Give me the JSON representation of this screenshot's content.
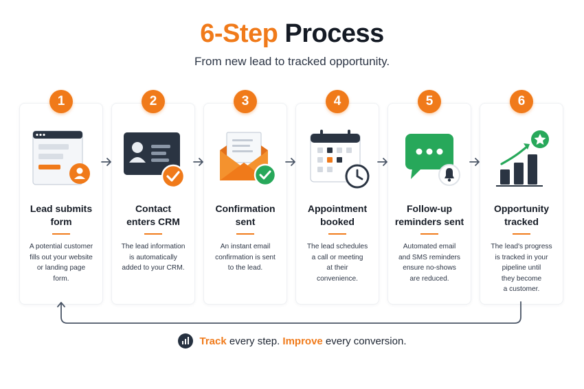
{
  "header": {
    "title_accent": "6-Step",
    "title_rest": "Process",
    "subtitle": "From new lead to tracked opportunity."
  },
  "colors": {
    "accent": "#f07a1a",
    "dark": "#263140",
    "green": "#27a85a"
  },
  "steps": [
    {
      "number": "1",
      "title_line1": "Lead submits",
      "title_line2": "form",
      "desc": [
        "A potential customer",
        "fills out your website",
        "or landing page",
        "form."
      ],
      "icon": "web-form-icon"
    },
    {
      "number": "2",
      "title_line1": "Contact",
      "title_line2": "enters CRM",
      "desc": [
        "The lead information",
        "is automatically",
        "added to your CRM."
      ],
      "icon": "contact-card-icon"
    },
    {
      "number": "3",
      "title_line1": "Confirmation",
      "title_line2": "sent",
      "desc": [
        "An instant email",
        "confirmation is sent",
        "to the lead."
      ],
      "icon": "envelope-check-icon"
    },
    {
      "number": "4",
      "title_line1": "Appointment",
      "title_line2": "booked",
      "desc": [
        "The lead schedules",
        "a call or meeting",
        "at their",
        "convenience."
      ],
      "icon": "calendar-clock-icon"
    },
    {
      "number": "5",
      "title_line1": "Follow-up",
      "title_line2": "reminders sent",
      "desc": [
        "Automated email",
        "and SMS reminders",
        "ensure no-shows",
        "are reduced."
      ],
      "icon": "chat-bell-icon"
    },
    {
      "number": "6",
      "title_line1": "Opportunity",
      "title_line2": "tracked",
      "desc": [
        "The lead's progress",
        "is tracked in your",
        "pipeline until",
        "they become",
        "a customer."
      ],
      "icon": "growth-chart-icon"
    }
  ],
  "footer": {
    "icon": "bar-chart-icon",
    "part1": "Track",
    "part2": " every step. ",
    "part3": "Improve",
    "part4": " every conversion."
  }
}
